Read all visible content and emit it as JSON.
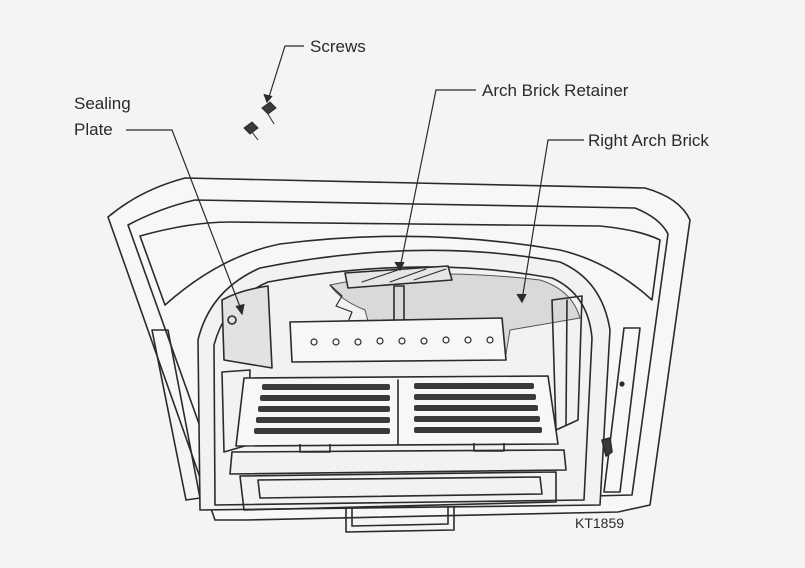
{
  "labels": {
    "screws": "Screws",
    "sealing_plate_line1": "Sealing",
    "sealing_plate_line2": "Plate",
    "arch_brick_retainer": "Arch Brick Retainer",
    "right_arch_brick": "Right Arch Brick"
  },
  "figure_code": "KT1859",
  "colors": {
    "line": "#2b2b2b",
    "brick": "#d9d9d9",
    "paper": "#f4f4f2"
  }
}
